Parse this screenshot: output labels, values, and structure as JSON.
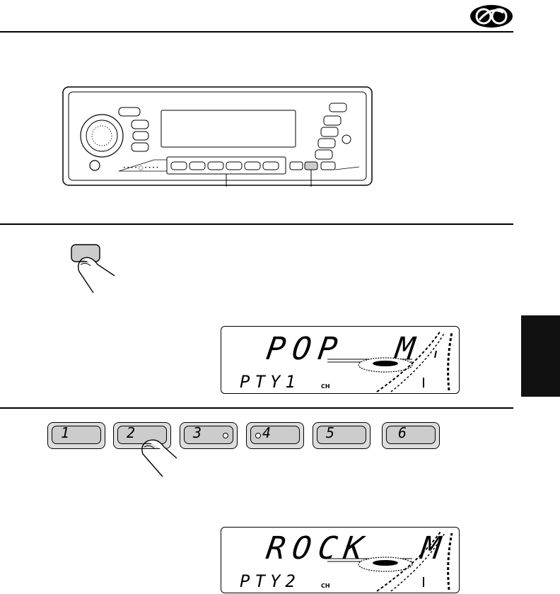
{
  "logo": {
    "name": "rds-logo-icon"
  },
  "display1": {
    "main": "POP  M",
    "sub": "PTY1",
    "ch": "CH"
  },
  "display2": {
    "main": "ROCK  M",
    "sub": "PTY2",
    "ch": "CH"
  },
  "presets": [
    {
      "label": "1"
    },
    {
      "label": "2"
    },
    {
      "label": "3"
    },
    {
      "label": "4"
    },
    {
      "label": "5"
    },
    {
      "label": "6"
    }
  ],
  "colors": {
    "ink": "#000000",
    "button_fill": "#cccccc",
    "tab": "#111111"
  }
}
